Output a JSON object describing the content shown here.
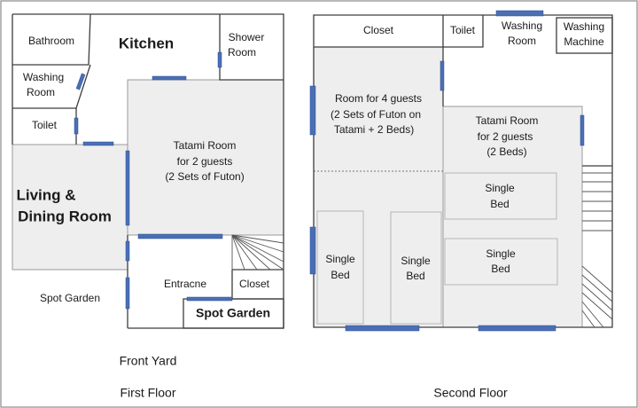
{
  "first_floor": {
    "bathroom": "Bathroom",
    "kitchen": "Kitchen",
    "shower_room": [
      "Shower",
      "Room"
    ],
    "washing_room": [
      "Washing",
      "Room"
    ],
    "toilet": "Toilet",
    "tatami_room": [
      "Tatami Room",
      "for 2 guests",
      "(2 Sets of Futon)"
    ],
    "living_dining": [
      "Living &",
      "Dining Room"
    ],
    "spot_garden_left": "Spot Garden",
    "entrance": "Entracne",
    "closet": "Closet",
    "spot_garden_box": "Spot Garden"
  },
  "second_floor": {
    "closet": "Closet",
    "toilet": "Toilet",
    "washing_room": [
      "Washing",
      "Room"
    ],
    "washing_machine": [
      "Washing",
      "Machine"
    ],
    "room_4_guests": [
      "Room for 4 guests",
      "(2 Sets of Futon on",
      "Tatami + 2 Beds)"
    ],
    "tatami_room": [
      "Tatami Room",
      "for 2 guests",
      "(2 Beds)"
    ],
    "single_bed_1": [
      "Single",
      "Bed"
    ],
    "single_bed_2": [
      "Single",
      "Bed"
    ],
    "single_bed_3": [
      "Single",
      "Bed"
    ],
    "single_bed_4": [
      "Single",
      "Bed"
    ]
  },
  "labels": {
    "front_yard": "Front Yard",
    "first_floor": "First Floor",
    "second_floor": "Second Floor"
  },
  "colors": {
    "window": "#4a6fb5",
    "room_fill": "#eeeeee",
    "wall": "#3d3d3d"
  }
}
